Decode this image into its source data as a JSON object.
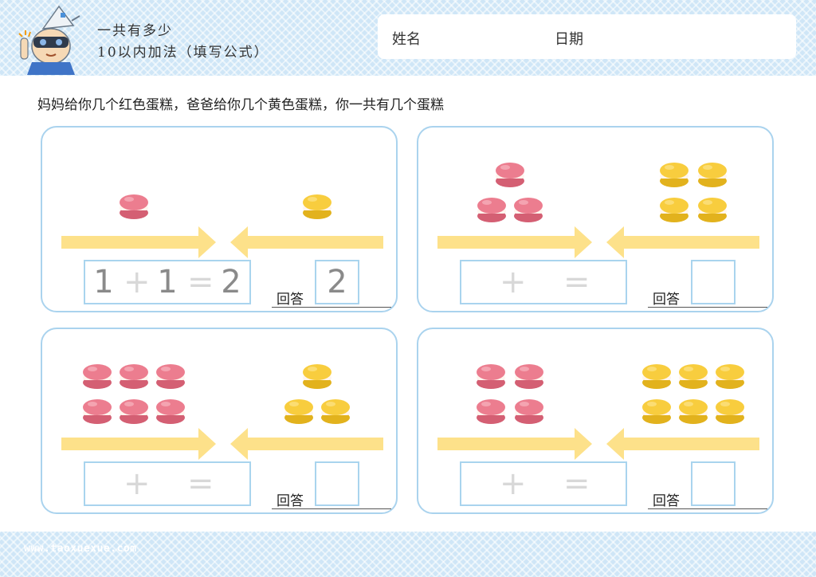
{
  "header": {
    "title": "一共有多少",
    "subtitle": "10以内加法（填写公式）",
    "name_label": "姓名",
    "date_label": "日期"
  },
  "instruction": "妈妈给你几个红色蛋糕，爸爸给你几个黄色蛋糕，你一共有几个蛋糕",
  "footer": {
    "url": "www.taoxuexue.com"
  },
  "colors": {
    "band": "#cfe6f7",
    "panel_border": "#aad3ee",
    "arrow": "#fde18a",
    "pink_macaron": "#ec7d8f",
    "yellow_macaron": "#f8cd3e"
  },
  "problems": [
    {
      "red": 1,
      "yellow": 1,
      "plus": "+",
      "equals": "=",
      "a": "1",
      "b": "1",
      "sum": "2",
      "answer_label": "回答",
      "answer": "2"
    },
    {
      "red": 3,
      "yellow": 4,
      "plus": "+",
      "equals": "=",
      "a": "",
      "b": "",
      "sum": "",
      "answer_label": "回答",
      "answer": ""
    },
    {
      "red": 6,
      "yellow": 3,
      "plus": "+",
      "equals": "=",
      "a": "",
      "b": "",
      "sum": "",
      "answer_label": "回答",
      "answer": ""
    },
    {
      "red": 4,
      "yellow": 6,
      "plus": "+",
      "equals": "=",
      "a": "",
      "b": "",
      "sum": "",
      "answer_label": "回答",
      "answer": ""
    }
  ]
}
